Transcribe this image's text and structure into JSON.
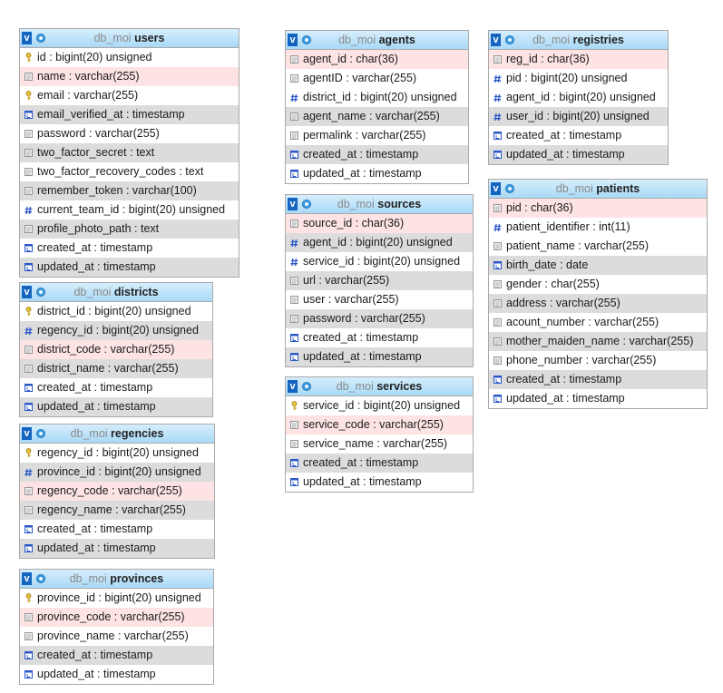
{
  "tables": [
    {
      "key": "users",
      "db": "db_moi",
      "name": "users",
      "columns": [
        {
          "text": "id : bigint(20) unsigned",
          "icon": "primary-key-icon",
          "bg": "w"
        },
        {
          "text": "name : varchar(255)",
          "icon": "column-icon",
          "bg": "p"
        },
        {
          "text": "email : varchar(255)",
          "icon": "primary-key-icon",
          "bg": "w"
        },
        {
          "text": "email_verified_at : timestamp",
          "icon": "timestamp-icon",
          "bg": "g"
        },
        {
          "text": "password : varchar(255)",
          "icon": "column-icon",
          "bg": "w"
        },
        {
          "text": "two_factor_secret : text",
          "icon": "column-icon",
          "bg": "g"
        },
        {
          "text": "two_factor_recovery_codes : text",
          "icon": "column-icon",
          "bg": "w"
        },
        {
          "text": "remember_token : varchar(100)",
          "icon": "column-icon",
          "bg": "g"
        },
        {
          "text": "current_team_id : bigint(20) unsigned",
          "icon": "numeric-icon",
          "bg": "w"
        },
        {
          "text": "profile_photo_path : text",
          "icon": "column-icon",
          "bg": "g"
        },
        {
          "text": "created_at : timestamp",
          "icon": "timestamp-icon",
          "bg": "w"
        },
        {
          "text": "updated_at : timestamp",
          "icon": "timestamp-icon",
          "bg": "g"
        }
      ]
    },
    {
      "key": "districts",
      "db": "db_moi",
      "name": "districts",
      "columns": [
        {
          "text": "district_id : bigint(20) unsigned",
          "icon": "primary-key-icon",
          "bg": "w"
        },
        {
          "text": "regency_id : bigint(20) unsigned",
          "icon": "numeric-icon",
          "bg": "g"
        },
        {
          "text": "district_code : varchar(255)",
          "icon": "column-icon",
          "bg": "p"
        },
        {
          "text": "district_name : varchar(255)",
          "icon": "column-icon",
          "bg": "g"
        },
        {
          "text": "created_at : timestamp",
          "icon": "timestamp-icon",
          "bg": "w"
        },
        {
          "text": "updated_at : timestamp",
          "icon": "timestamp-icon",
          "bg": "g"
        }
      ]
    },
    {
      "key": "regencies",
      "db": "db_moi",
      "name": "regencies",
      "columns": [
        {
          "text": "regency_id : bigint(20) unsigned",
          "icon": "primary-key-icon",
          "bg": "w"
        },
        {
          "text": "province_id : bigint(20) unsigned",
          "icon": "numeric-icon",
          "bg": "g"
        },
        {
          "text": "regency_code : varchar(255)",
          "icon": "column-icon",
          "bg": "p"
        },
        {
          "text": "regency_name : varchar(255)",
          "icon": "column-icon",
          "bg": "g"
        },
        {
          "text": "created_at : timestamp",
          "icon": "timestamp-icon",
          "bg": "w"
        },
        {
          "text": "updated_at : timestamp",
          "icon": "timestamp-icon",
          "bg": "g"
        }
      ]
    },
    {
      "key": "provinces",
      "db": "db_moi",
      "name": "provinces",
      "columns": [
        {
          "text": "province_id : bigint(20) unsigned",
          "icon": "primary-key-icon",
          "bg": "w"
        },
        {
          "text": "province_code : varchar(255)",
          "icon": "column-icon",
          "bg": "p"
        },
        {
          "text": "province_name : varchar(255)",
          "icon": "column-icon",
          "bg": "w"
        },
        {
          "text": "created_at : timestamp",
          "icon": "timestamp-icon",
          "bg": "g"
        },
        {
          "text": "updated_at : timestamp",
          "icon": "timestamp-icon",
          "bg": "w"
        }
      ]
    },
    {
      "key": "agents",
      "db": "db_moi",
      "name": "agents",
      "columns": [
        {
          "text": "agent_id : char(36)",
          "icon": "column-icon",
          "bg": "p"
        },
        {
          "text": "agentID : varchar(255)",
          "icon": "column-icon",
          "bg": "w"
        },
        {
          "text": "district_id : bigint(20) unsigned",
          "icon": "numeric-icon",
          "bg": "w"
        },
        {
          "text": "agent_name : varchar(255)",
          "icon": "column-icon",
          "bg": "g"
        },
        {
          "text": "permalink : varchar(255)",
          "icon": "column-icon",
          "bg": "w"
        },
        {
          "text": "created_at : timestamp",
          "icon": "timestamp-icon",
          "bg": "g"
        },
        {
          "text": "updated_at : timestamp",
          "icon": "timestamp-icon",
          "bg": "w"
        }
      ]
    },
    {
      "key": "sources",
      "db": "db_moi",
      "name": "sources",
      "columns": [
        {
          "text": "source_id : char(36)",
          "icon": "column-icon",
          "bg": "p"
        },
        {
          "text": "agent_id : bigint(20) unsigned",
          "icon": "numeric-icon",
          "bg": "g"
        },
        {
          "text": "service_id : bigint(20) unsigned",
          "icon": "numeric-icon",
          "bg": "w"
        },
        {
          "text": "url : varchar(255)",
          "icon": "column-icon",
          "bg": "g"
        },
        {
          "text": "user : varchar(255)",
          "icon": "column-icon",
          "bg": "w"
        },
        {
          "text": "password : varchar(255)",
          "icon": "column-icon",
          "bg": "g"
        },
        {
          "text": "created_at : timestamp",
          "icon": "timestamp-icon",
          "bg": "w"
        },
        {
          "text": "updated_at : timestamp",
          "icon": "timestamp-icon",
          "bg": "g"
        }
      ]
    },
    {
      "key": "services",
      "db": "db_moi",
      "name": "services",
      "columns": [
        {
          "text": "service_id : bigint(20) unsigned",
          "icon": "primary-key-icon",
          "bg": "w"
        },
        {
          "text": "service_code : varchar(255)",
          "icon": "column-icon",
          "bg": "p"
        },
        {
          "text": "service_name : varchar(255)",
          "icon": "column-icon",
          "bg": "w"
        },
        {
          "text": "created_at : timestamp",
          "icon": "timestamp-icon",
          "bg": "g"
        },
        {
          "text": "updated_at : timestamp",
          "icon": "timestamp-icon",
          "bg": "w"
        }
      ]
    },
    {
      "key": "registries",
      "db": "db_moi",
      "name": "registries",
      "columns": [
        {
          "text": "reg_id : char(36)",
          "icon": "column-icon",
          "bg": "p"
        },
        {
          "text": "pid : bigint(20) unsigned",
          "icon": "numeric-icon",
          "bg": "w"
        },
        {
          "text": "agent_id : bigint(20) unsigned",
          "icon": "numeric-icon",
          "bg": "w"
        },
        {
          "text": "user_id : bigint(20) unsigned",
          "icon": "numeric-icon",
          "bg": "g"
        },
        {
          "text": "created_at : timestamp",
          "icon": "timestamp-icon",
          "bg": "w"
        },
        {
          "text": "updated_at : timestamp",
          "icon": "timestamp-icon",
          "bg": "g"
        }
      ]
    },
    {
      "key": "patients",
      "db": "db_moi",
      "name": "patients",
      "columns": [
        {
          "text": "pid : char(36)",
          "icon": "column-icon",
          "bg": "p"
        },
        {
          "text": "patient_identifier : int(11)",
          "icon": "numeric-icon",
          "bg": "w"
        },
        {
          "text": "patient_name : varchar(255)",
          "icon": "column-icon",
          "bg": "w"
        },
        {
          "text": "birth_date : date",
          "icon": "timestamp-icon",
          "bg": "g"
        },
        {
          "text": "gender : char(255)",
          "icon": "column-icon",
          "bg": "w"
        },
        {
          "text": "address : varchar(255)",
          "icon": "column-icon",
          "bg": "g"
        },
        {
          "text": "acount_number : varchar(255)",
          "icon": "column-icon",
          "bg": "w"
        },
        {
          "text": "mother_maiden_name : varchar(255)",
          "icon": "column-icon",
          "bg": "g"
        },
        {
          "text": "phone_number : varchar(255)",
          "icon": "column-icon",
          "bg": "w"
        },
        {
          "text": "created_at : timestamp",
          "icon": "timestamp-icon",
          "bg": "g"
        },
        {
          "text": "updated_at : timestamp",
          "icon": "timestamp-icon",
          "bg": "w"
        }
      ]
    }
  ]
}
